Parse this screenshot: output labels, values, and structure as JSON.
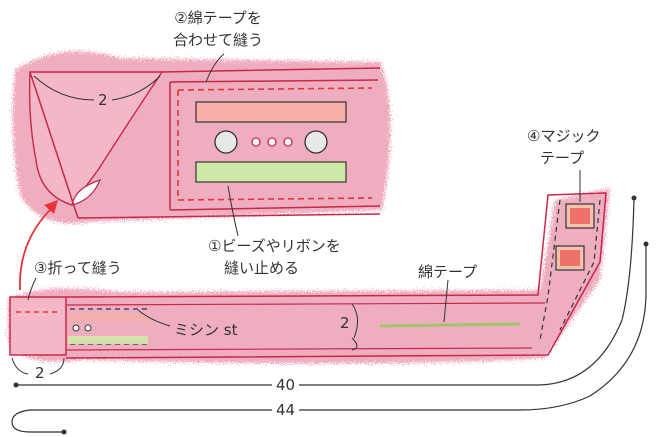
{
  "labels": {
    "step2_line1": "②綿テープを",
    "step2_line2": "合わせて縫う",
    "step1_line1": "①ビーズやリボンを",
    "step1_line2": "縫い止める",
    "step3": "③折って縫う",
    "step4_line1": "④マジック",
    "step4_line2": "テープ",
    "cotton_tape": "綿テープ",
    "machine_stitch": "ミシン st"
  },
  "dimensions": {
    "top_fold": "2",
    "band_width": "2",
    "fold_bottom": "2",
    "inner_length": "40",
    "outer_length": "44"
  },
  "colors": {
    "fabric_pink": "#e26c8e",
    "outline_red": "#c8284a",
    "stitch_red": "#e8323c",
    "ribbon_red": "#e8504c",
    "ribbon_green": "#8cc850",
    "line_dark": "#333333"
  }
}
